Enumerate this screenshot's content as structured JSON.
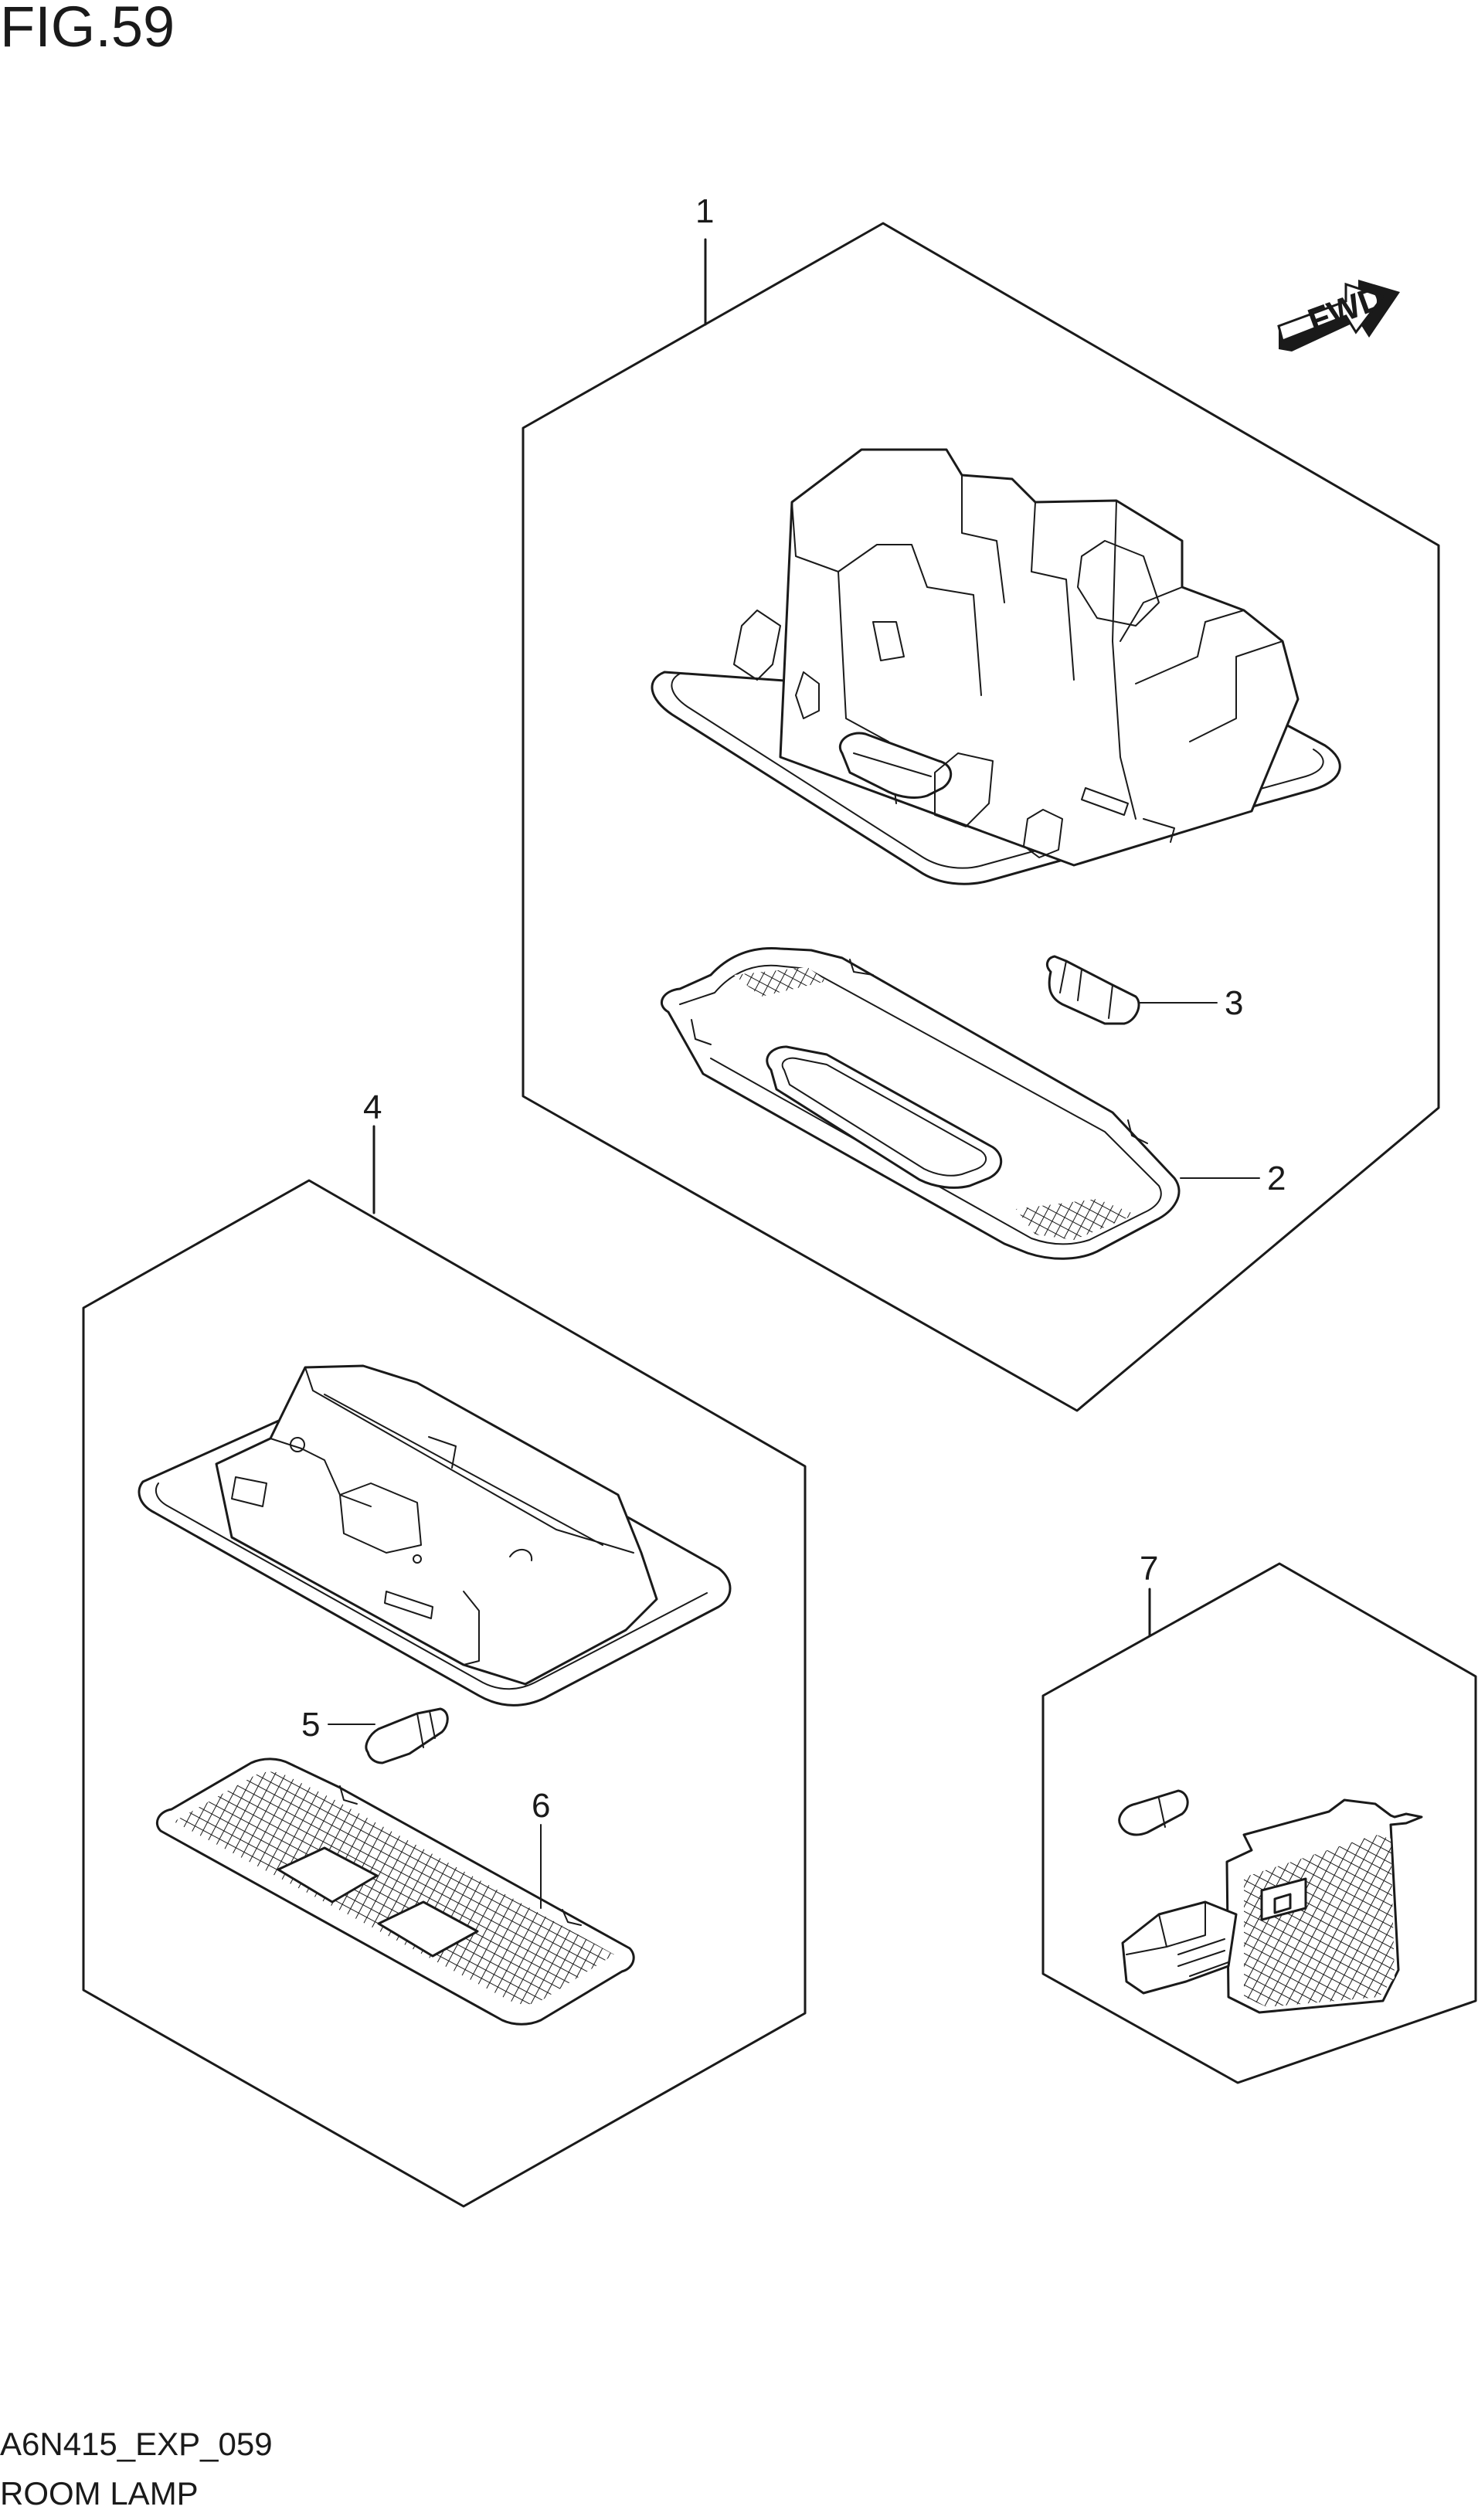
{
  "figure": {
    "title": "FIG.59",
    "code": "A6N415_EXP_059",
    "name": "ROOM LAMP"
  },
  "direction_label": "FWD",
  "callouts": [
    {
      "id": "1",
      "label": "1"
    },
    {
      "id": "2",
      "label": "2"
    },
    {
      "id": "3",
      "label": "3"
    },
    {
      "id": "4",
      "label": "4"
    },
    {
      "id": "5",
      "label": "5"
    },
    {
      "id": "6",
      "label": "6"
    },
    {
      "id": "7",
      "label": "7"
    }
  ],
  "colors": {
    "line": "#1a1a1a",
    "background": "#ffffff"
  },
  "icons": {
    "direction": "fwd-arrow-icon"
  }
}
